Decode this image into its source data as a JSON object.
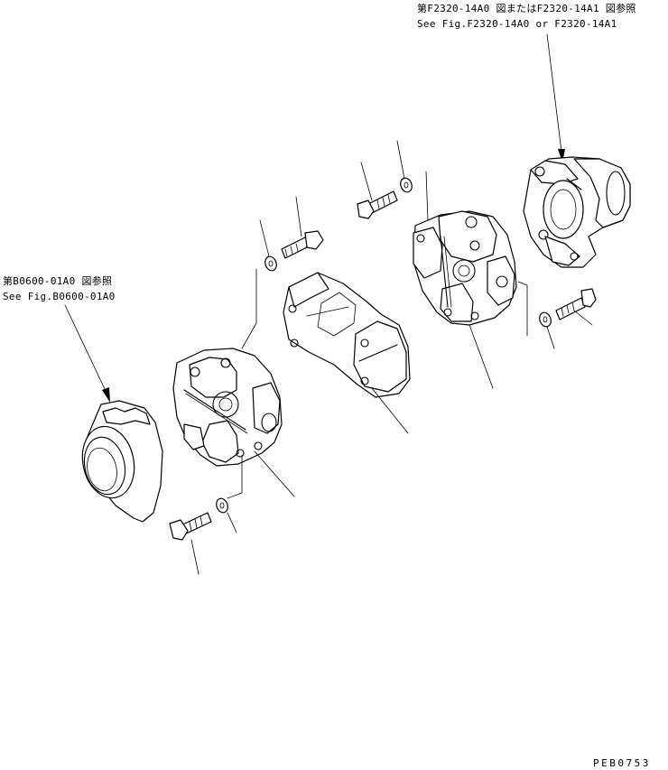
{
  "references": {
    "top_right": {
      "line1": "第F2320-14A0 図またはF2320-14A1 図参照",
      "line2": "See Fig.F2320-14A0 or F2320-14A1"
    },
    "left": {
      "line1": "第B0600-01A0 図参照",
      "line2": "See Fig.B0600-01A0"
    }
  },
  "drawing_number": "PEB0753",
  "parts": [
    "flange-yoke-front",
    "universal-joint-front",
    "bolt-front-lower",
    "washer-front-lower",
    "bolt-front-upper",
    "washer-front-upper",
    "center-shaft",
    "universal-joint-rear",
    "bolt-rear-upper",
    "washer-rear-upper",
    "bolt-rear-lower",
    "washer-rear-lower",
    "flange-yoke-rear"
  ]
}
